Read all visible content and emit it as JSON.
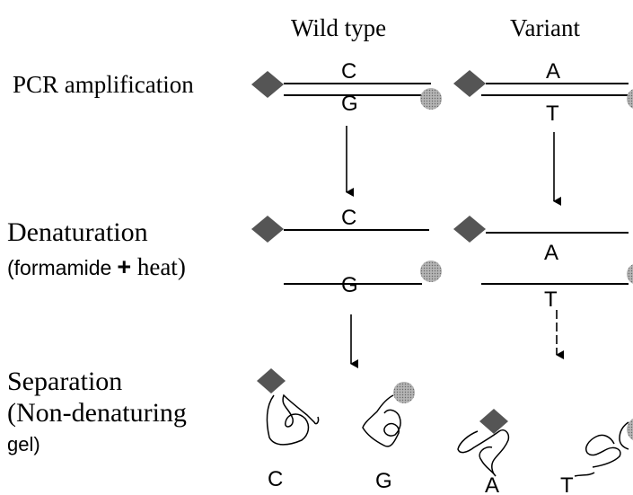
{
  "columns": {
    "wild_type": "Wild type",
    "variant": "Variant"
  },
  "steps": {
    "pcr": "PCR amplification",
    "denaturation": "Denaturation",
    "denaturation_detail_a": "(formamide",
    "denaturation_plus": "+",
    "denaturation_detail_b": " heat)",
    "separation": "Separation",
    "separation_detail_a": "(Non-denaturing",
    "separation_detail_b": "gel)"
  },
  "bases": {
    "wt_top": "C",
    "wt_bottom": "G",
    "var_top": "A",
    "var_bottom": "T"
  },
  "colors": {
    "diamond": "#555555",
    "circle": "#9a9a9a",
    "line": "#000000"
  }
}
